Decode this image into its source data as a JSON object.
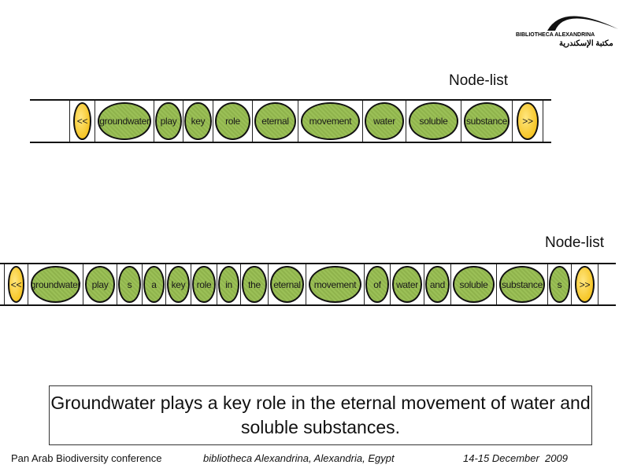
{
  "logo": {
    "text_en": "BIBLIOTHECA ALEXANDRINA",
    "text_ar": "مكتبة الإسكندرية"
  },
  "list1": {
    "title": "Node-list",
    "nodes": [
      "<<",
      "groundwater",
      "play",
      "key",
      "role",
      "eternal",
      "movement",
      "water",
      "soluble",
      "substance",
      ">>"
    ]
  },
  "list2": {
    "title": "Node-list",
    "nodes": [
      "<<",
      "groundwater",
      "play",
      "s",
      "a",
      "key",
      "role",
      "in",
      "the",
      "eternal",
      "movement",
      "of",
      "water",
      "and",
      "soluble",
      "substance",
      "s",
      ">>"
    ]
  },
  "sentence": "Groundwater plays a key role in the eternal movement of water and soluble substances.",
  "footer": {
    "conference": "Pan Arab Biodiversity conference",
    "venue": "bibliotheca Alexandrina, Alexandria, Egypt",
    "date": "14-15 December  2009"
  },
  "colors": {
    "node": "#9bc057",
    "end_node": "#f2b800"
  }
}
